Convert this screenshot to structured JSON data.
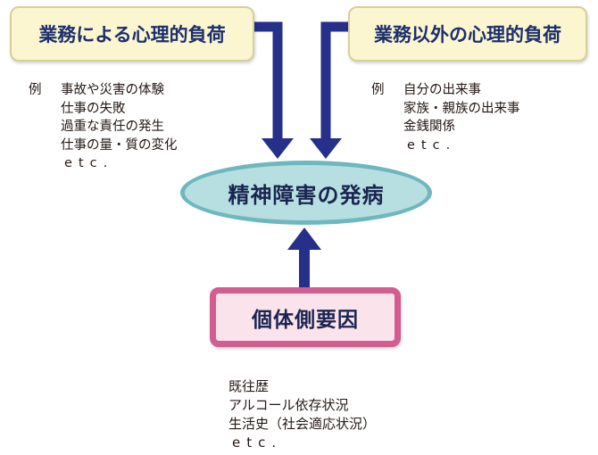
{
  "colors": {
    "arrow": "#262f8a",
    "factor_box_fill": "#fbf6cf",
    "factor_box_text": "#1d2e6e",
    "ellipse_fill": "#b7dfe1",
    "ellipse_border": "#6fb7be",
    "individual_fill": "#fbe3ec",
    "individual_border": "#d25d8e"
  },
  "work_factor": {
    "title": "業務による心理的負荷",
    "example_prefix": "例",
    "examples": [
      "事故や災害の体験",
      "仕事の失敗",
      "過重な責任の発生",
      "仕事の量・質の変化"
    ],
    "etc": "etc."
  },
  "nonwork_factor": {
    "title": "業務以外の心理的負荷",
    "example_prefix": "例",
    "examples": [
      "自分の出来事",
      "家族・親族の出来事",
      "金銭関係"
    ],
    "etc": "etc."
  },
  "outcome": {
    "label": "精神障害の発病"
  },
  "individual_factor": {
    "label": "個体側要因",
    "examples": [
      "既往歴",
      "アルコール依存状況",
      "生活史（社会適応状況）"
    ],
    "etc": "etc."
  }
}
